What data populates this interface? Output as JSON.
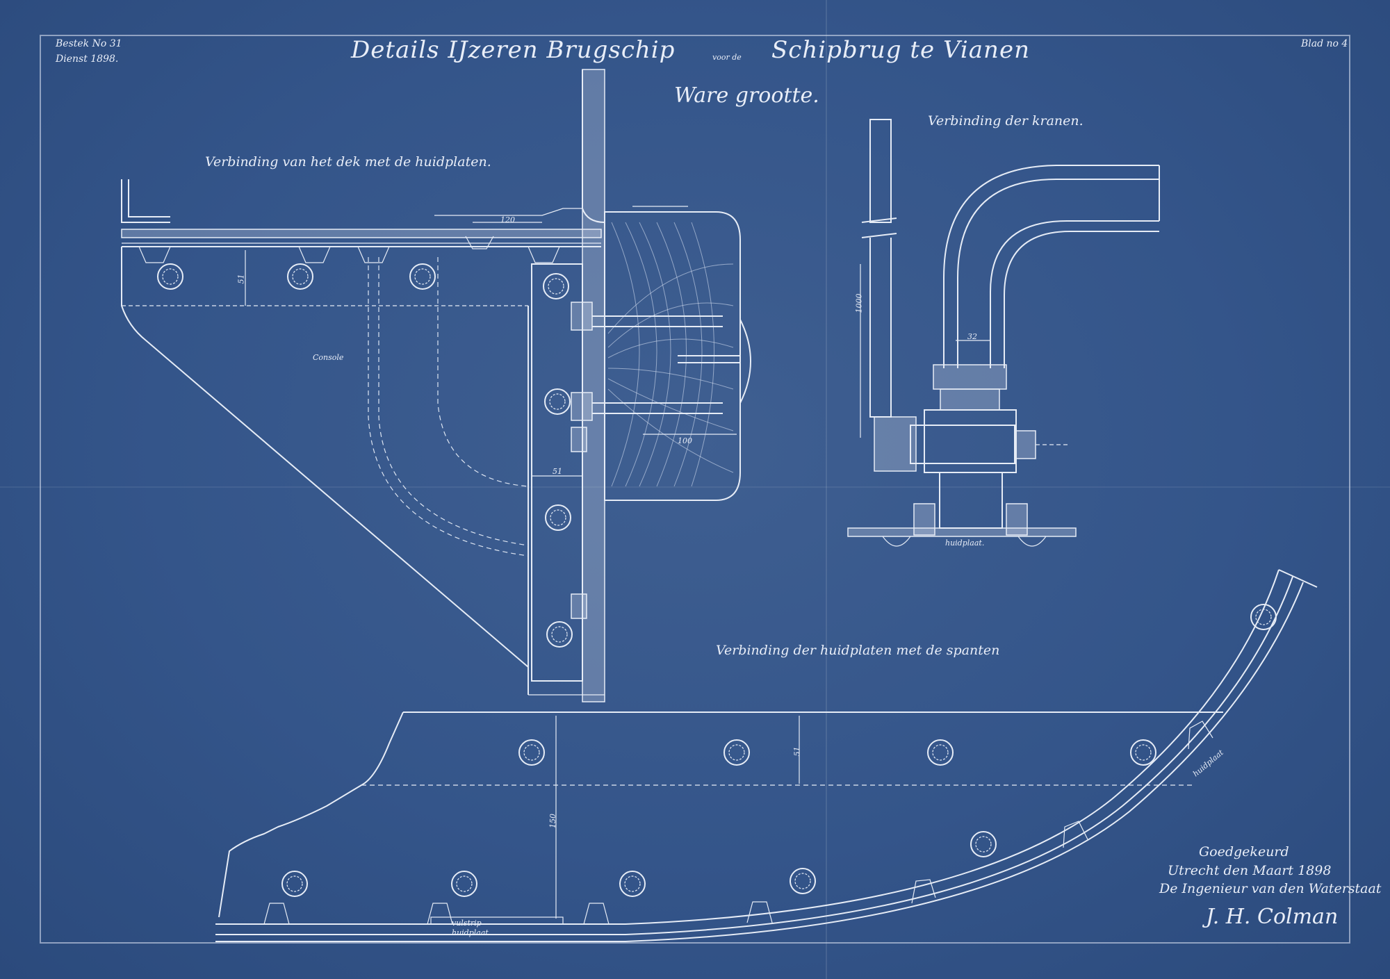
{
  "sheet": {
    "bestek": "Bestek No 31",
    "dienst": "Dienst 1898.",
    "blad": "Blad no 4",
    "title_part1": "Details IJzeren Brugschip",
    "title_voor": "voor de",
    "title_part2": "Schipbrug te Vianen",
    "subtitle": "Ware grootte."
  },
  "labels": {
    "deck": "Verbinding van het dek met de huidplaten.",
    "kranen": "Verbinding der kranen.",
    "spanten": "Verbinding der huidplaten met de spanten",
    "console": "Console",
    "huidplaat": "huidplaat.",
    "huidplaat_curve": "huidplaat",
    "vulstrip": "vulstrip",
    "huidplaat_bottom": "huidplaat"
  },
  "dimensions": {
    "d51_a": "51",
    "d51_b": "51",
    "d51_c": "51",
    "d100": "100",
    "d120": "120",
    "d150": "150",
    "d1000": "1000",
    "d32": "32"
  },
  "approval": {
    "line1": "Goedgekeurd",
    "line2": "Utrecht den      Maart 1898",
    "line3": "De Ingenieur van den Waterstaat",
    "signature": "J. H. Colman"
  },
  "colors": {
    "paper": "#34558a",
    "ink": "#e6ecf6"
  }
}
